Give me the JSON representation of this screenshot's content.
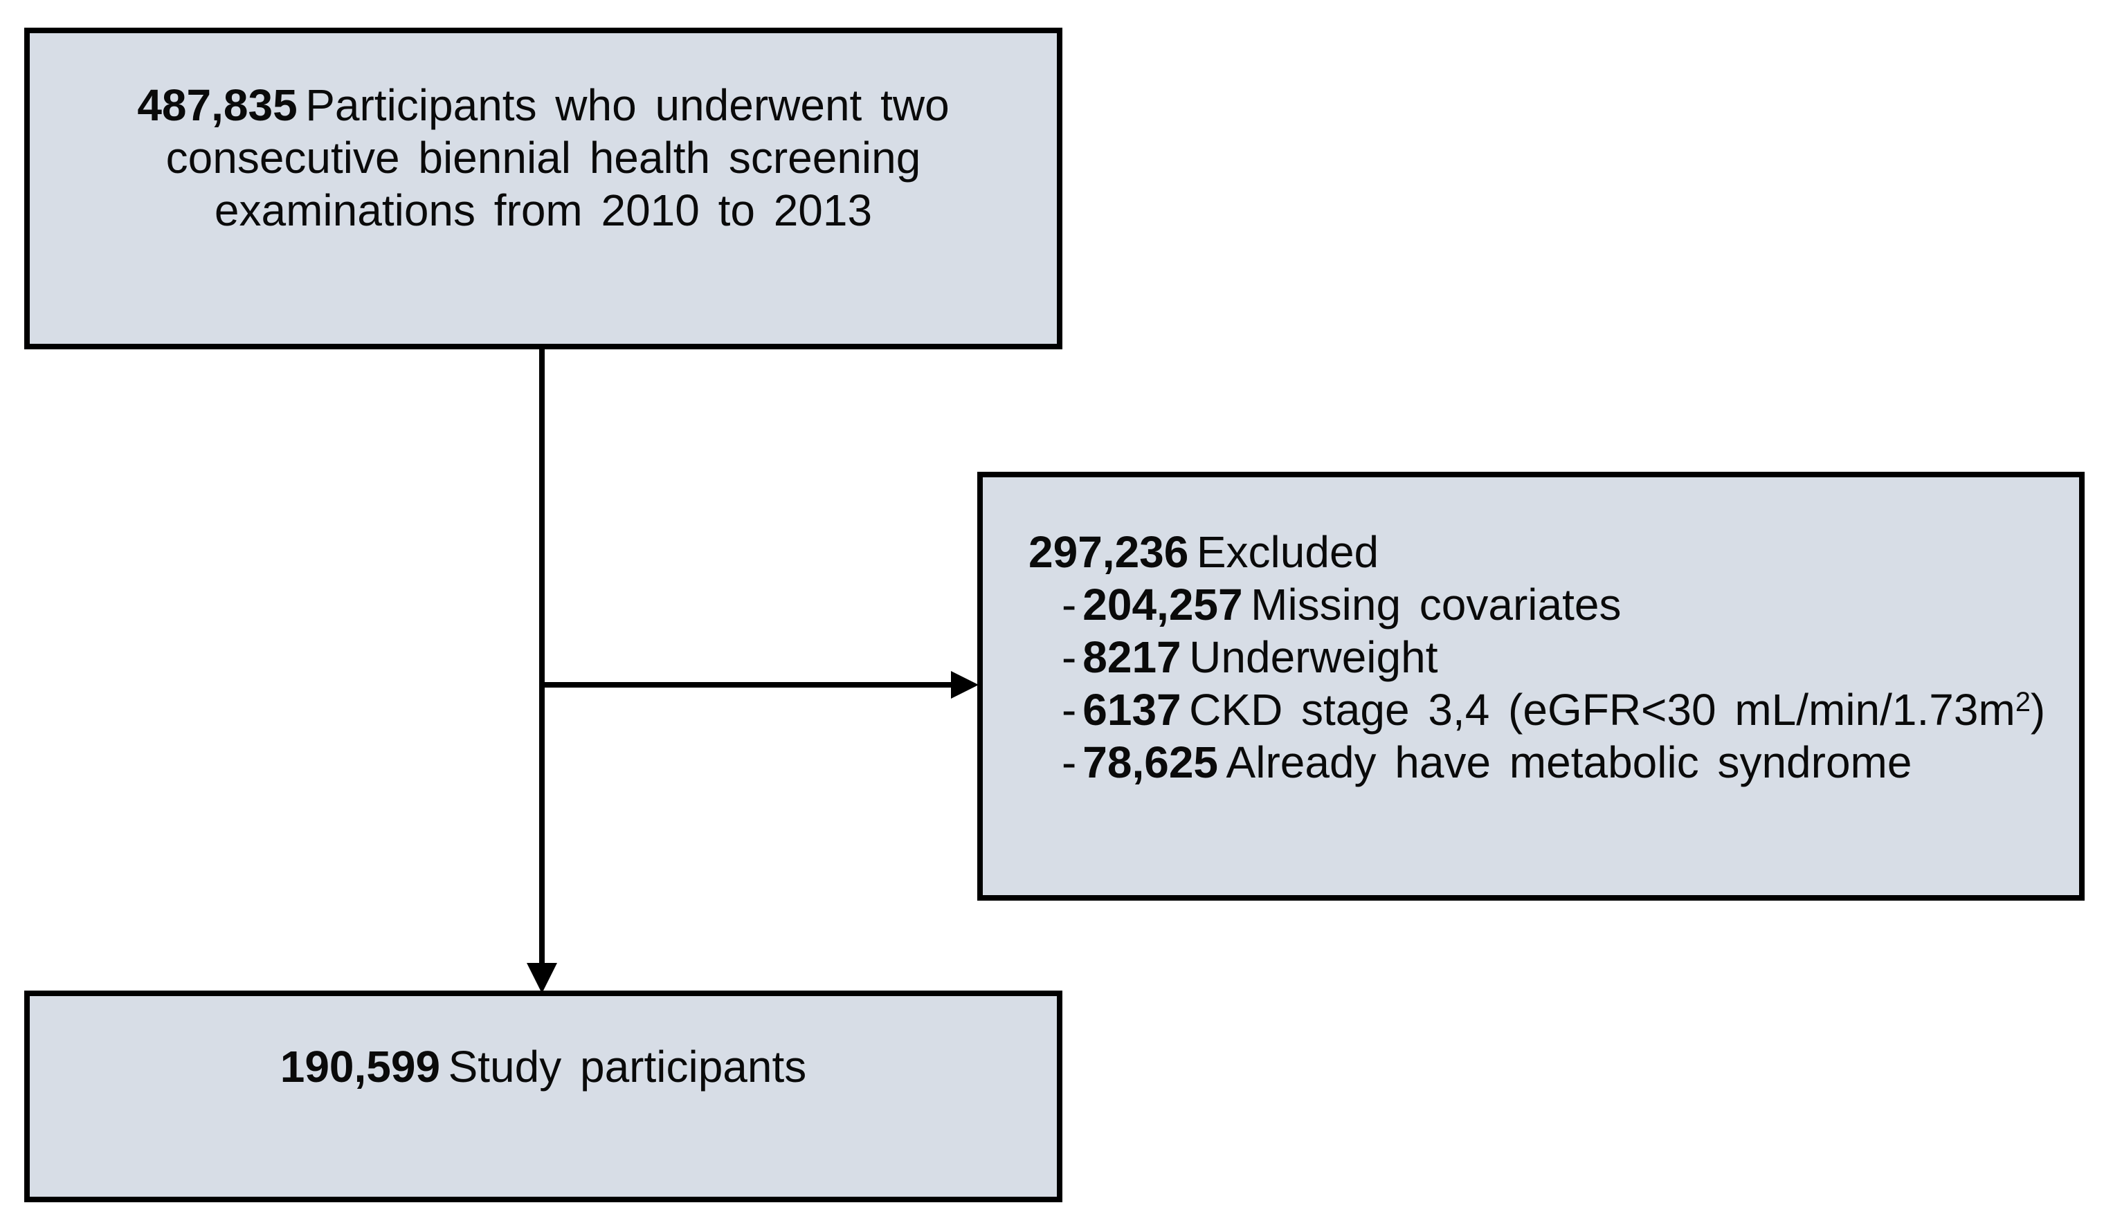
{
  "diagram": {
    "colors": {
      "background": "#ffffff",
      "box_fill": "#d7dde6",
      "box_border": "#000000",
      "arrow": "#000000"
    },
    "top_box": {
      "count": "487,835",
      "line1_rest": "Participants who underwent two",
      "line2": "consecutive biennial health screening",
      "line3": "examinations from 2010 to 2013"
    },
    "exclusion_box": {
      "count": "297,236",
      "label": "Excluded",
      "items": [
        {
          "dash": "-",
          "count": "204,257",
          "label": "Missing covariates"
        },
        {
          "dash": "-",
          "count": "8217",
          "label": "Underweight"
        },
        {
          "dash": "-",
          "count": "6137",
          "label_pre": "CKD stage 3,4 (eGFR<30 mL/min/1.73m",
          "sup": "2",
          "label_post": ")"
        },
        {
          "dash": "-",
          "count": "78,625",
          "label": "Already have metabolic syndrome"
        }
      ]
    },
    "result_box": {
      "count": "190,599",
      "label": "Study participants"
    }
  }
}
